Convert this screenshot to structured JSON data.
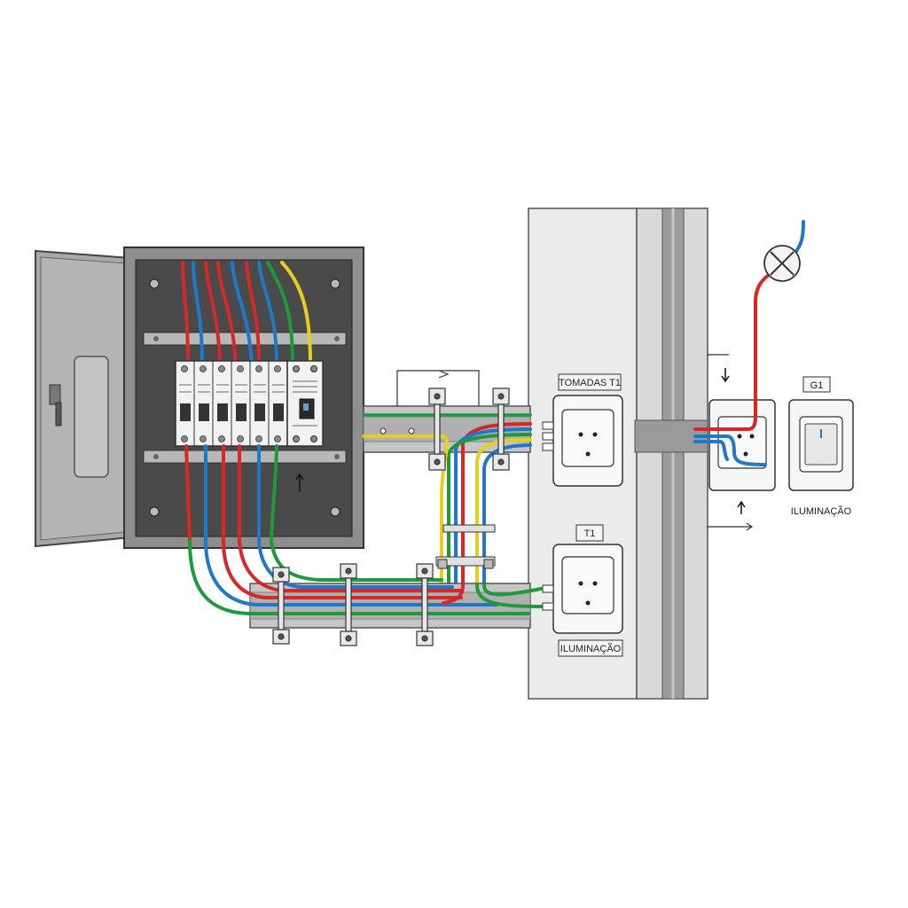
{
  "labels": {
    "tomadas": "TOMADAS T1",
    "t1": "T1",
    "iluminacao_box": "ILUMINAÇÃO",
    "g1": "G1",
    "iluminacao_switch": "ILUMINAÇÃO"
  },
  "colors": {
    "phase": "#d62828",
    "neutral": "#1f78c8",
    "ground": "#1e9a3c",
    "return": "#e6cf1e",
    "metal": "#9a9a9a",
    "panel_inner": "#4a4a4a",
    "wall": "#e4e4e4"
  },
  "icons": {
    "lamp": "lamp-x-icon",
    "door_handle": "handle-icon",
    "light_switch": "switch-icon"
  }
}
